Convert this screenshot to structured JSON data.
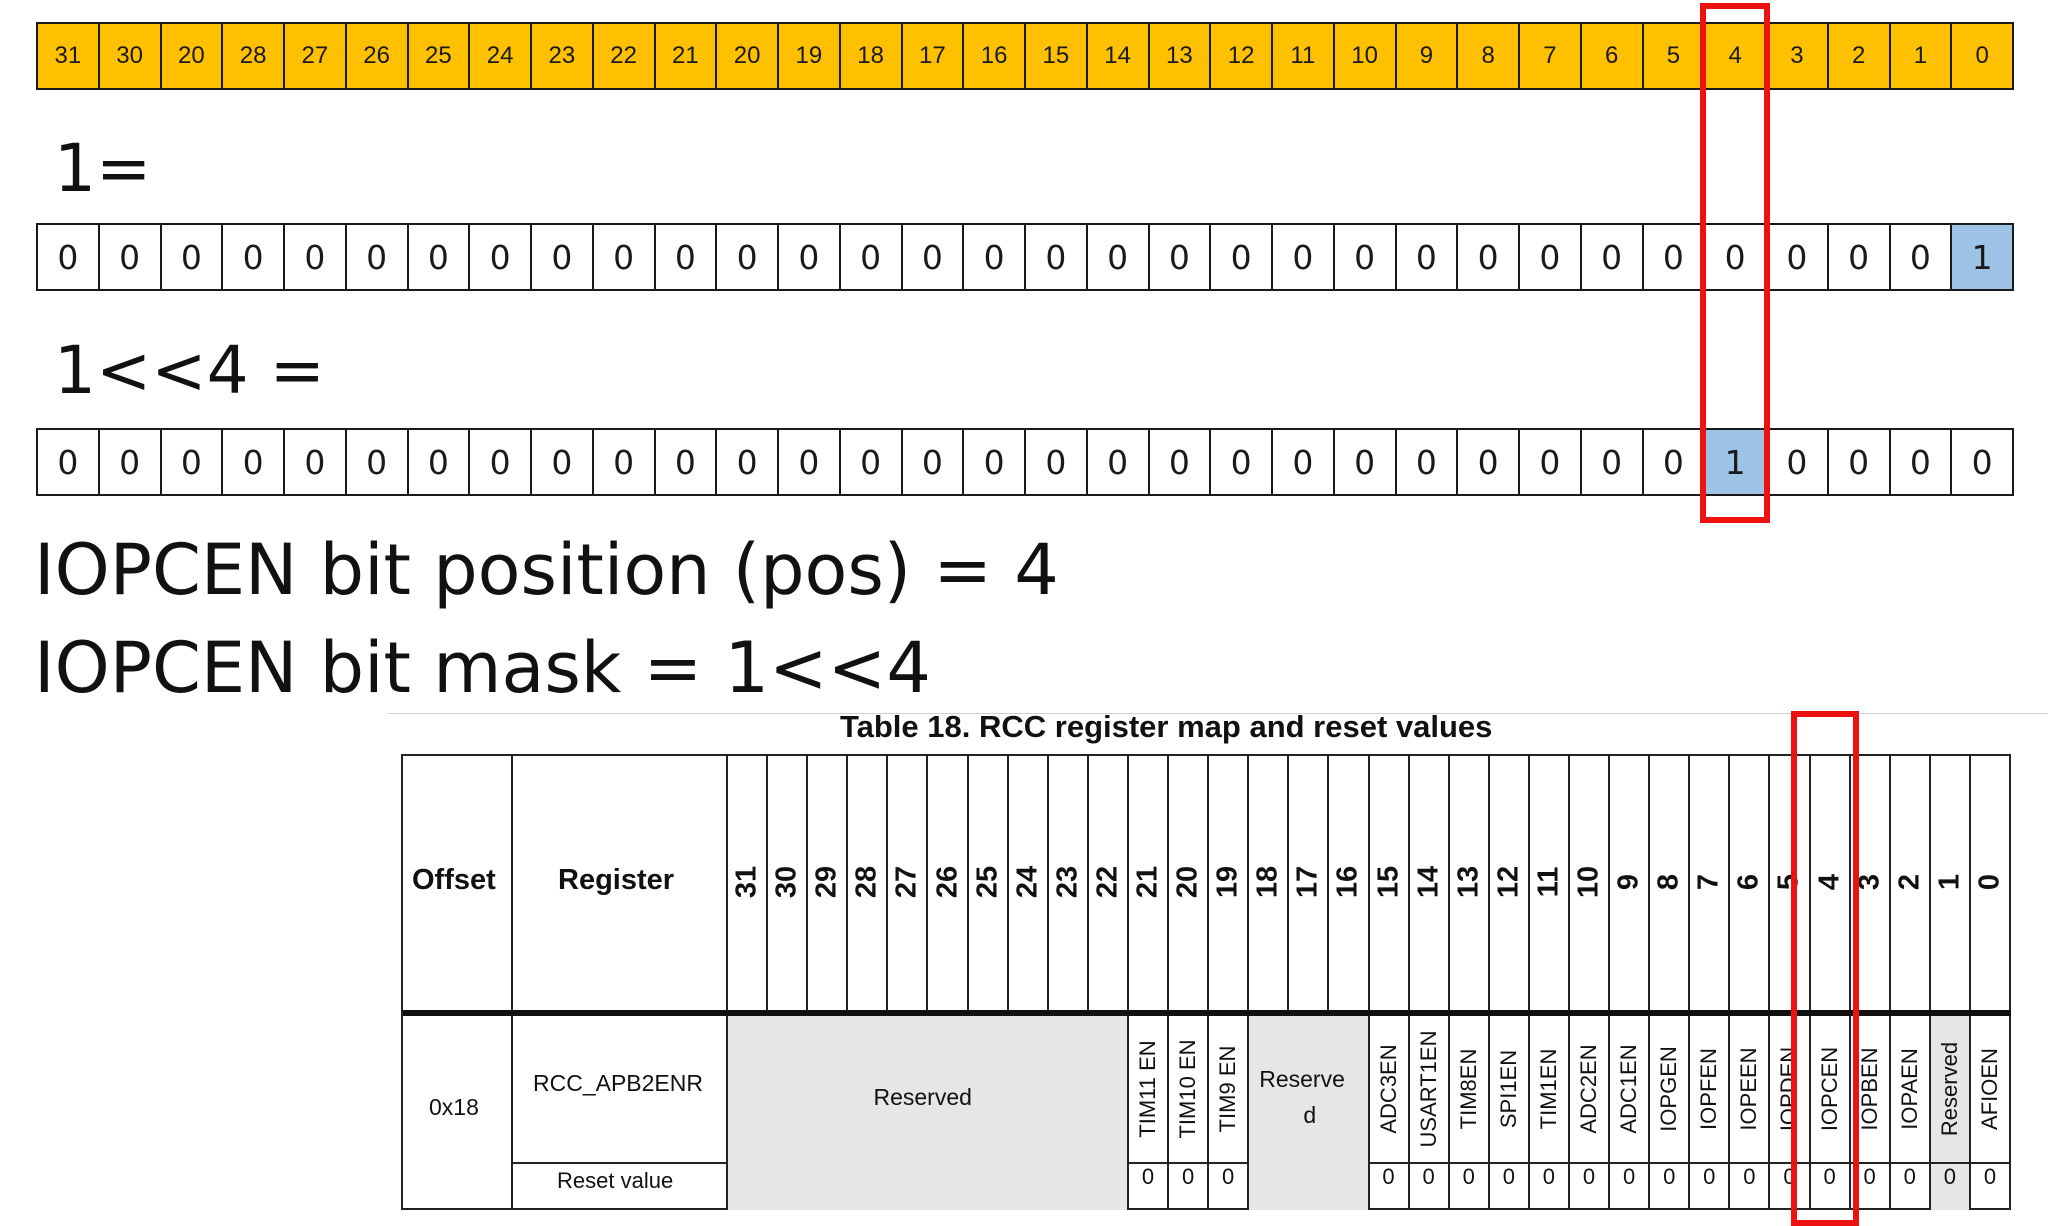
{
  "header_bits": [
    "31",
    "30",
    "20",
    "28",
    "27",
    "26",
    "25",
    "24",
    "23",
    "22",
    "21",
    "20",
    "19",
    "18",
    "17",
    "16",
    "15",
    "14",
    "13",
    "12",
    "11",
    "10",
    "9",
    "8",
    "7",
    "6",
    "5",
    "4",
    "3",
    "2",
    "1",
    "0"
  ],
  "row1": {
    "label": "1=",
    "bits": [
      "0",
      "0",
      "0",
      "0",
      "0",
      "0",
      "0",
      "0",
      "0",
      "0",
      "0",
      "0",
      "0",
      "0",
      "0",
      "0",
      "0",
      "0",
      "0",
      "0",
      "0",
      "0",
      "0",
      "0",
      "0",
      "0",
      "0",
      "0",
      "0",
      "0",
      "0",
      "1"
    ],
    "highlight_index": 31
  },
  "row2": {
    "label": "1<<4 =",
    "bits": [
      "0",
      "0",
      "0",
      "0",
      "0",
      "0",
      "0",
      "0",
      "0",
      "0",
      "0",
      "0",
      "0",
      "0",
      "0",
      "0",
      "0",
      "0",
      "0",
      "0",
      "0",
      "0",
      "0",
      "0",
      "0",
      "0",
      "0",
      "1",
      "0",
      "0",
      "0",
      "0"
    ],
    "highlight_index": 27
  },
  "statement_pos": "IOPCEN bit position (pos) = 4",
  "statement_mask": "IOPCEN bit mask = 1<<4",
  "colors": {
    "header_fill": "#ffc000",
    "highlight_fill": "#9dc3e6",
    "red_box": "#ee1111",
    "reserved_fill": "#e6e6e6"
  },
  "datasheet": {
    "title": "Table 18. RCC register map and reset values",
    "offset_header": "Offset",
    "register_header": "Register",
    "bit_numbers": [
      "31",
      "30",
      "29",
      "28",
      "27",
      "26",
      "25",
      "24",
      "23",
      "22",
      "21",
      "20",
      "19",
      "18",
      "17",
      "16",
      "15",
      "14",
      "13",
      "12",
      "11",
      "10",
      "9",
      "8",
      "7",
      "6",
      "5",
      "4",
      "3",
      "2",
      "1",
      "0"
    ],
    "offset": "0x18",
    "register": "RCC_APB2ENR",
    "reset_label": "Reset value",
    "reserved_high": "Reserved",
    "reserved_mid_1": "Reserve",
    "reserved_mid_2": "d",
    "fields": [
      "TIM11 EN",
      "TIM10 EN",
      "TIM9 EN",
      "ADC3EN",
      "USART1EN",
      "TIM8EN",
      "SPI1EN",
      "TIM1EN",
      "ADC2EN",
      "ADC1EN",
      "IOPGEN",
      "IOPFEN",
      "IOPEEN",
      "IOPDEN",
      "IOPCEN",
      "IOPBEN",
      "IOPAEN",
      "Reserved",
      "AFIOEN"
    ],
    "reset_zero": "0"
  }
}
